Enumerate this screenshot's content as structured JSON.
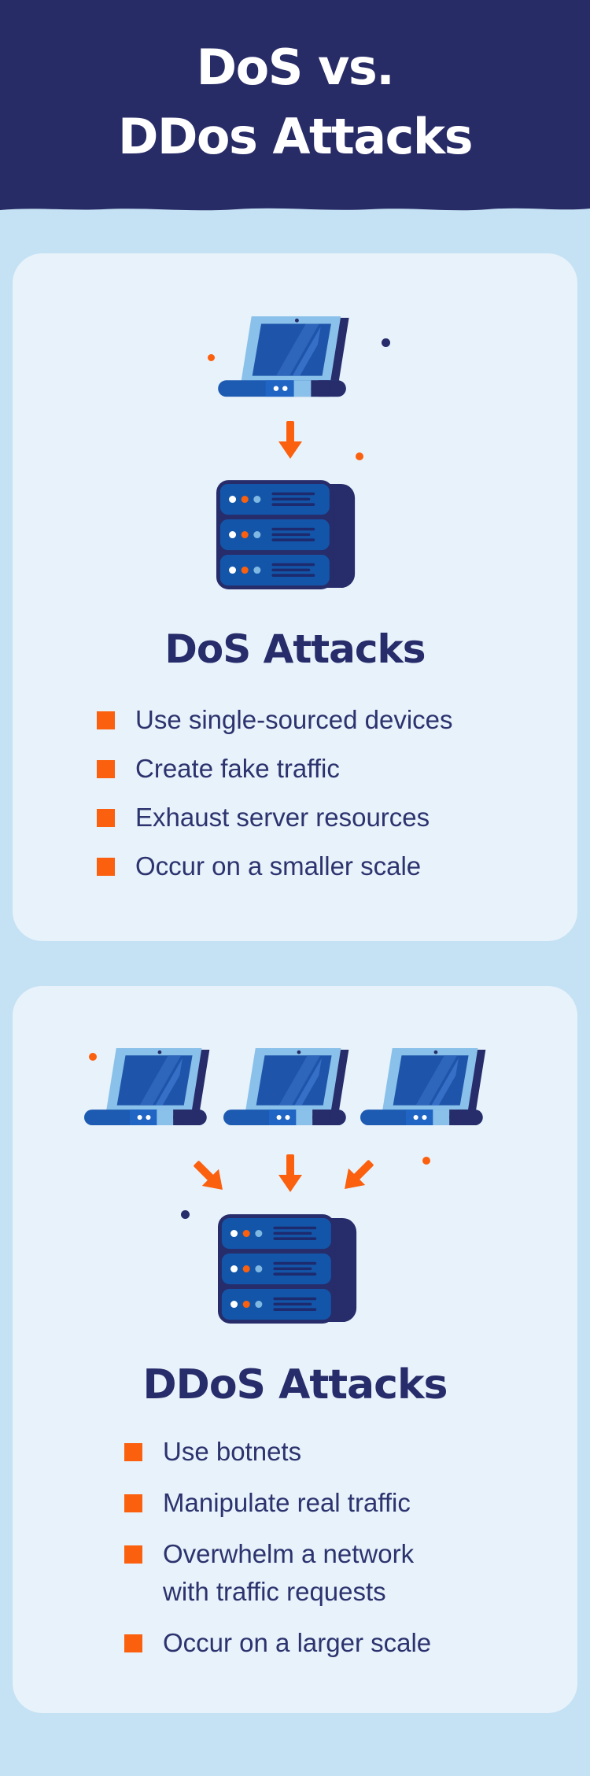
{
  "header": {
    "title_line1": "DoS vs.",
    "title_line2": "DDos Attacks"
  },
  "cards": [
    {
      "heading": "DoS Attacks",
      "bullets": [
        "Use single-sourced devices",
        "Create fake traffic",
        "Exhaust server resources",
        "Occur on a smaller scale"
      ]
    },
    {
      "heading": "DDoS Attacks",
      "bullets": [
        "Use botnets",
        "Manipulate real traffic",
        "Overwhelm a network with traffic requests",
        "Occur on a larger scale"
      ]
    }
  ],
  "colors": {
    "header_bg": "#272b66",
    "page_bg": "#c5e2f4",
    "card_bg": "#e8f2fa",
    "accent_orange": "#fa600e",
    "navy": "#272c6a",
    "body_text": "#2c336e",
    "laptop_frame": "#8ac1ea",
    "laptop_screen": "#1e55aa",
    "server_blue": "#1356a9",
    "dot_lightblue": "#7fb8e3"
  },
  "icons": {
    "laptop": "laptop-icon",
    "server": "server-stack-icon",
    "arrow": "arrow-down-icon"
  }
}
